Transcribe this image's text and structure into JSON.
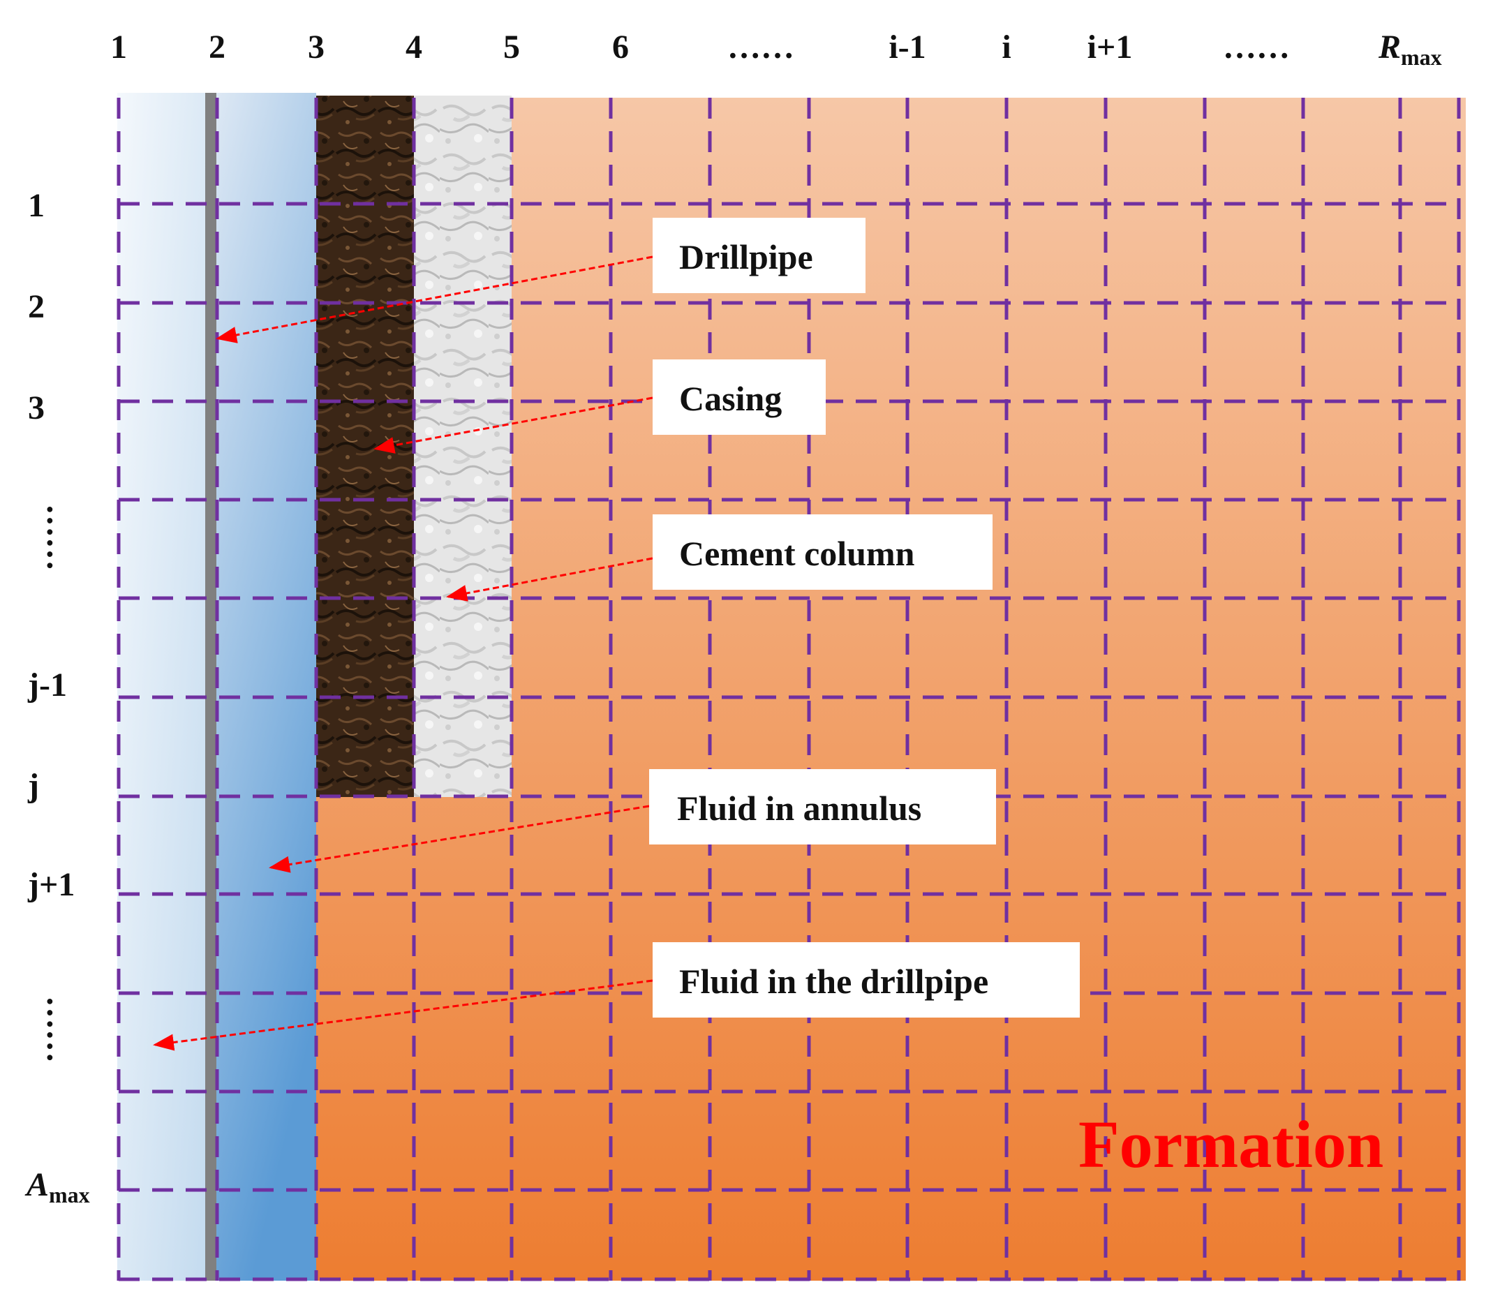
{
  "column_labels": [
    "1",
    "2",
    "3",
    "4",
    "5",
    "6",
    "……",
    "i-1",
    "i",
    "i+1",
    "……"
  ],
  "column_label_last": {
    "main": "R",
    "sub": "max"
  },
  "row_labels": [
    "1",
    "2",
    "3",
    "……",
    "j-1",
    "j",
    "j+1",
    "……"
  ],
  "row_label_last": {
    "main": "A",
    "sub": "max"
  },
  "callouts": [
    {
      "id": "drillpipe",
      "text": "Drillpipe"
    },
    {
      "id": "casing",
      "text": "Casing"
    },
    {
      "id": "cement",
      "text": "Cement column"
    },
    {
      "id": "annulus",
      "text": "Fluid in annulus"
    },
    {
      "id": "drillpipe-fluid",
      "text": "Fluid in the drillpipe"
    }
  ],
  "formation_label": "Formation",
  "colors": {
    "grid_line": "#7030A0",
    "arrow": "#FF0000",
    "formation_label": "#FF0000",
    "drillpipe_wall": "#808080",
    "casing": "#3b2616",
    "cement": "#e6e6e6",
    "formation_top": "#f6c7a7",
    "formation_bottom": "#ed7d31",
    "pipe_fluid_top": "#f4f8fc",
    "pipe_fluid_bottom": "#c4dbef",
    "annulus_top": "#dde8f4",
    "annulus_bottom": "#5b9bd5"
  }
}
